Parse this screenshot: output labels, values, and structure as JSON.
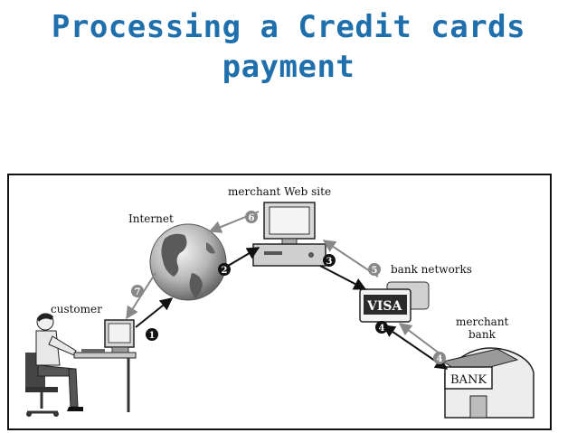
{
  "title": {
    "line1": "Processing a Credit cards",
    "line2": "payment"
  },
  "labels": {
    "merchant_site": "merchant Web site",
    "internet": "Internet",
    "customer": "customer",
    "bank_networks": "bank networks",
    "merchant_bank_1": "merchant",
    "merchant_bank_2": "bank",
    "visa": "VISA",
    "bank": "BANK"
  },
  "steps": {
    "s1": "1",
    "s2": "2",
    "s3": "3",
    "s4a": "4",
    "s4b": "4",
    "s5": "5",
    "s6": "6",
    "s7": "7"
  },
  "colors": {
    "title": "#1f6fad",
    "dark": "#111111",
    "gray": "#888888"
  }
}
